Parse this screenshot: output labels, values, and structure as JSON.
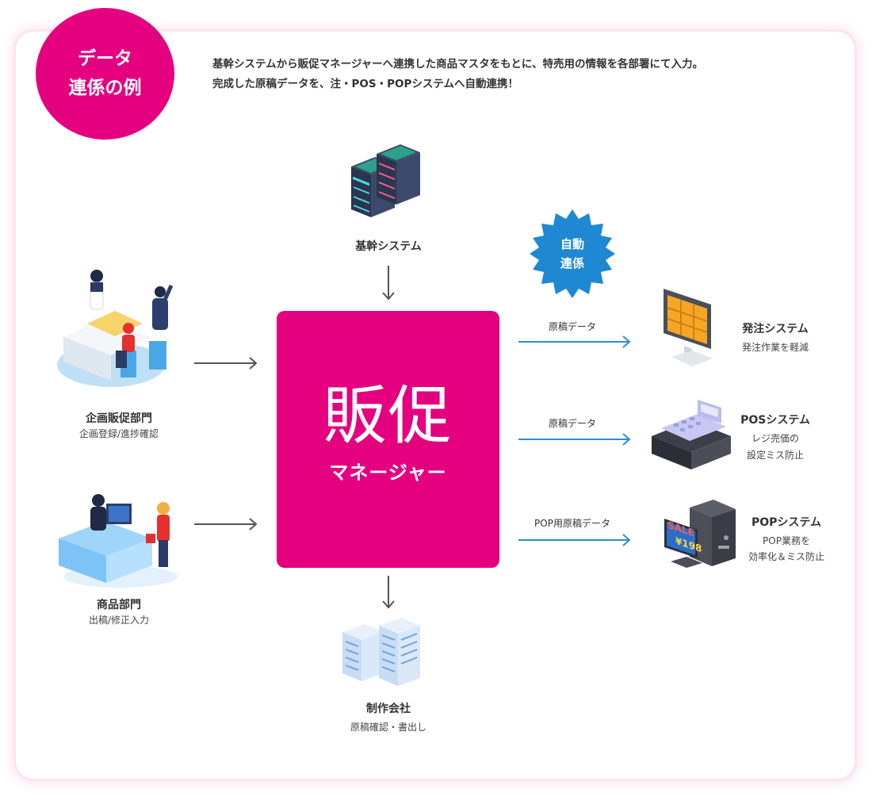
{
  "badge": {
    "line1": "データ",
    "line2": "連係の例"
  },
  "intro": {
    "line1": "基幹システムから販促マネージャーへ連携した商品マスタをもとに、特売用の情報を各部署にて入力。",
    "line2": "完成した原稿データを、注・POS・POPシステムへ自動連携！"
  },
  "core_system": {
    "title": "基幹システム"
  },
  "auto_link": {
    "line1": "自動",
    "line2": "連係"
  },
  "center": {
    "title": "販促",
    "subtitle": "マネージャー"
  },
  "departments": [
    {
      "title": "企画販促部門",
      "desc": "企画登録/進捗確認"
    },
    {
      "title": "商品部門",
      "desc": "出稿/修正入力"
    }
  ],
  "production": {
    "title": "制作会社",
    "desc": "原稿確認・書出し"
  },
  "outputs": [
    {
      "flow_label": "原稿データ",
      "title": "発注システム",
      "desc1": "発注作業を軽減",
      "desc2": ""
    },
    {
      "flow_label": "原稿データ",
      "title": "POSシステム",
      "desc1": "レジ売価の",
      "desc2": "設定ミス防止"
    },
    {
      "flow_label": "POP用原稿データ",
      "title": "POPシステム",
      "desc1": "POP業務を",
      "desc2": "効率化＆ミス防止"
    }
  ],
  "pop_screen": {
    "line1": "SALE",
    "line2": "¥198"
  },
  "colors": {
    "brand_pink": "#e4007f",
    "arrow_blue": "#2b8ed6",
    "arrow_gray": "#555555",
    "badge_blue": "#1e88d2"
  }
}
